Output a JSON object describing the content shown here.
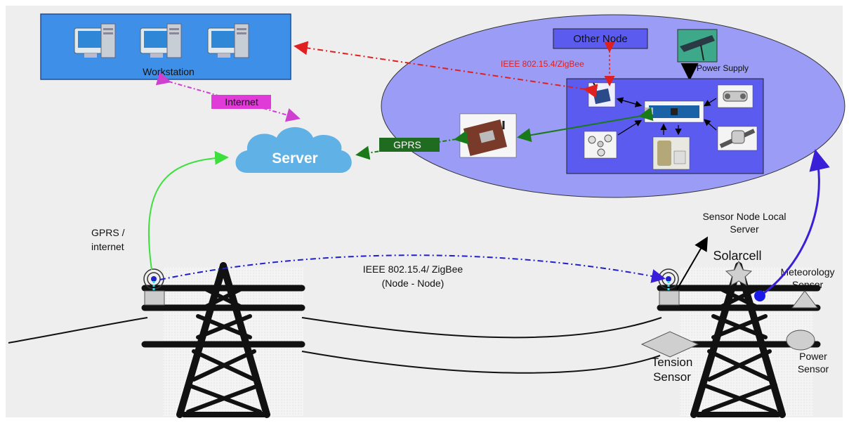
{
  "labels": {
    "workstation": "Workstation",
    "internet": "Internet",
    "server": "Server",
    "gprs_box": "GPRS",
    "other_node": "Other Node",
    "ieee_red": "IEEE 802.15.4/ZigBee",
    "power_supply": "Power Supply",
    "gprs_internet_line1": "GPRS /",
    "gprs_internet_line2": "internet",
    "ieee_blue_line1": "IEEE 802.15.4/ ZigBee",
    "ieee_blue_line2": "(Node - Node)",
    "sensor_node_line1": "Sensor Node Local",
    "sensor_node_line2": "Server",
    "solarcell": "Solarcell",
    "meteorology_line1": "Meteorology",
    "meteorology_line2": "Sensor",
    "tension_line1": "Tension",
    "tension_line2": "Sensor",
    "power_sensor_line1": "Power",
    "power_sensor_line2": "Sensor"
  },
  "colors": {
    "ellipse_fill": "#9a9cf5",
    "node_box_fill": "#5b5bf0",
    "workstation_fill": "#3d8fe8",
    "cloud": "#5fb1e6",
    "internet_tag": "#e03ad8",
    "gprs_tag": "#1f6b1f",
    "red_link": "#e02020",
    "magenta_link": "#d040d0",
    "green_link": "#1a7a1a",
    "lime_link": "#3ce03c",
    "blue_link": "#2020c8",
    "purple_link": "#3a1fd8"
  }
}
